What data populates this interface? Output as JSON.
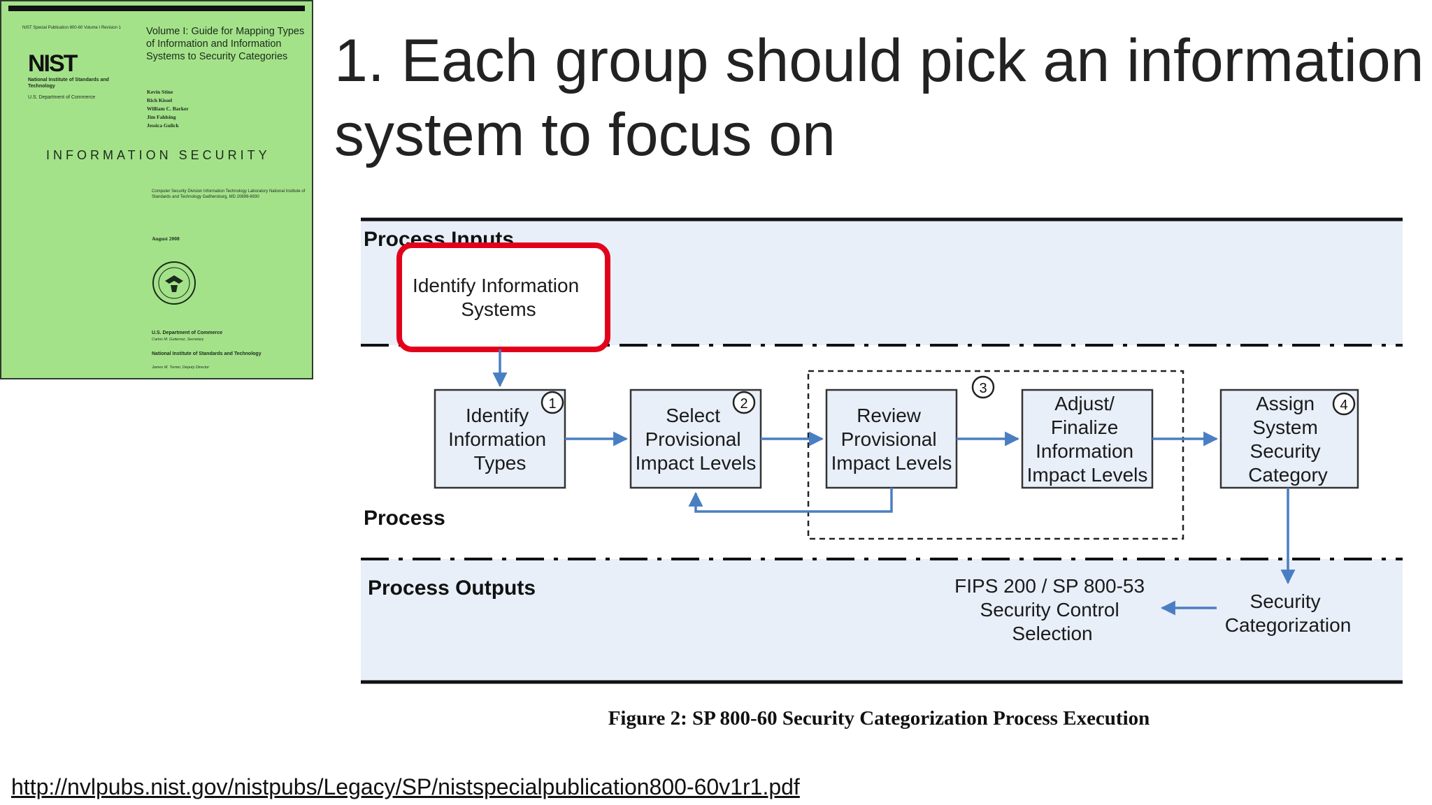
{
  "cover": {
    "pub_id": "NIST Special Publication 800-60 Volume I Revision 1",
    "logo": "NIST",
    "institute": "National Institute of Standards and Technology",
    "dept": "U.S. Department of Commerce",
    "volume_title": "Volume I: Guide for Mapping Types of Information and Information Systems to Security Categories",
    "authors": [
      "Kevin Stine",
      "Rich Kissel",
      "William C. Barker",
      "Jim Fahlsing",
      "Jessica Gulick"
    ],
    "section": "INFORMATION SECURITY",
    "division": "Computer Security Division Information Technology Laboratory National Institute of Standards and Technology Gaithersburg, MD 20899-8930",
    "date": "August 2008",
    "commerce": "U.S. Department of Commerce",
    "commerce_sub": "Carlos M. Gutierrez, Secretary",
    "nist_full": "National Institute of Standards and Technology",
    "nist_sub": "James M. Turner, Deputy Director"
  },
  "title": "1. Each group should pick an information system to focus on",
  "diagram": {
    "bands": {
      "inputs": "Process Inputs",
      "process": "Process",
      "outputs": "Process Outputs"
    },
    "highlight_color": "#e3001b",
    "accent_color": "#4a7ec2",
    "band_fill": "#e8eff9",
    "box_fill": "#e8eff9",
    "input_box": [
      "Identify Information",
      "Systems"
    ],
    "steps": [
      {
        "id": "identify-types",
        "num": "1",
        "lines": [
          "Identify",
          "Information",
          "Types"
        ]
      },
      {
        "id": "select-provisional",
        "num": "2",
        "lines": [
          "Select",
          "Provisional",
          "Impact Levels"
        ]
      },
      {
        "id": "review-provisional",
        "num": "",
        "lines": [
          "Review",
          "Provisional",
          "Impact Levels"
        ]
      },
      {
        "id": "adjust-finalize",
        "num": "",
        "lines": [
          "Adjust/",
          "Finalize",
          "Information",
          "Impact Levels"
        ]
      },
      {
        "id": "assign-category",
        "num": "4",
        "lines": [
          "Assign",
          "System",
          "Security",
          "Category"
        ]
      }
    ],
    "group_num": "3",
    "outputs": {
      "fips": [
        "FIPS 200 / SP 800-53",
        "Security Control",
        "Selection"
      ],
      "categorization": [
        "Security",
        "Categorization"
      ]
    },
    "caption": "Figure 2: SP 800-60 Security Categorization Process Execution"
  },
  "source_url": "http://nvlpubs.nist.gov/nistpubs/Legacy/SP/nistspecialpublication800-60v1r1.pdf"
}
